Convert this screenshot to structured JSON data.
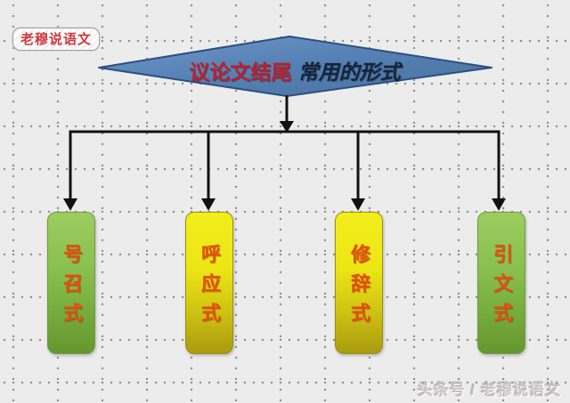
{
  "badge": {
    "label": "老穆说语文"
  },
  "diamond": {
    "title_highlight": "议论文结尾",
    "title_rest": "常用的形式",
    "fill_color": "#5c86b8",
    "border_color": "#2c4f7f",
    "highlight_text_color": "#b5232f",
    "rest_text_color": "#16243a"
  },
  "nodes": [
    {
      "label": "号召式",
      "theme": "green",
      "fill_top": "#9ccd60",
      "fill_bottom": "#659630"
    },
    {
      "label": "呼应式",
      "theme": "yellow",
      "fill_top": "#f2ee1b",
      "fill_bottom": "#a89b10"
    },
    {
      "label": "修辞式",
      "theme": "yellow",
      "fill_top": "#f2ee1b",
      "fill_bottom": "#a89b10"
    },
    {
      "label": "引文式",
      "theme": "green",
      "fill_top": "#9ccd60",
      "fill_bottom": "#659630"
    }
  ],
  "node_label_color": "#e2500f",
  "connector_color": "#111111",
  "watermark": {
    "text": "头条号 / 老穆说语文"
  }
}
